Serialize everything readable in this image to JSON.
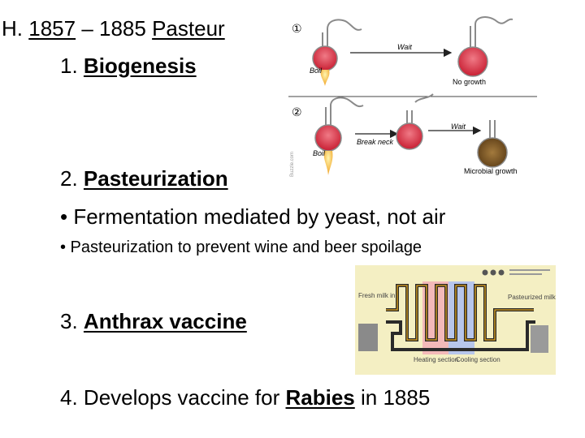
{
  "heading": {
    "letter": "H.",
    "year_start": "1857",
    "dash": "–",
    "year_end": "1885",
    "name": "Pasteur"
  },
  "items": [
    {
      "num": "1.",
      "label": "Biogenesis"
    },
    {
      "num": "2.",
      "label": "Pasteurization"
    },
    {
      "num": "3.",
      "label": "Anthrax vaccine"
    },
    {
      "num": "4.",
      "pre": "Develops vaccine for",
      "keyword": "Rabies",
      "post": "in 1885"
    }
  ],
  "bullets": [
    "• Fermentation mediated by yeast, not air",
    "• Pasteurization to prevent wine and beer spoilage"
  ],
  "biogenesis_figure": {
    "step1_num": "①",
    "step2_num": "②",
    "boil": "Boil",
    "wait": "Wait",
    "no_growth": "No growth",
    "break_neck": "Break neck",
    "microbial_growth": "Microbial growth",
    "watermark": "Buzzle.com",
    "colors": {
      "broth": "#d8263a",
      "flame": "#f2c52b",
      "contaminated": "#6b4a1e",
      "glass": "#8a8a8a",
      "arrow": "#222222"
    }
  },
  "pasteurization_figure": {
    "fresh_milk_in": "Fresh milk in",
    "pasteurized_milk_out": "Pasteurized milk out",
    "heating_section": "Heating section",
    "cooling_section": "Cooling section",
    "colors": {
      "background": "#f4efc3",
      "heating": "#f3b9b9",
      "cooling": "#b7c6ec",
      "pipe": "#2a2a2a",
      "flow": "#e3a51c"
    }
  }
}
